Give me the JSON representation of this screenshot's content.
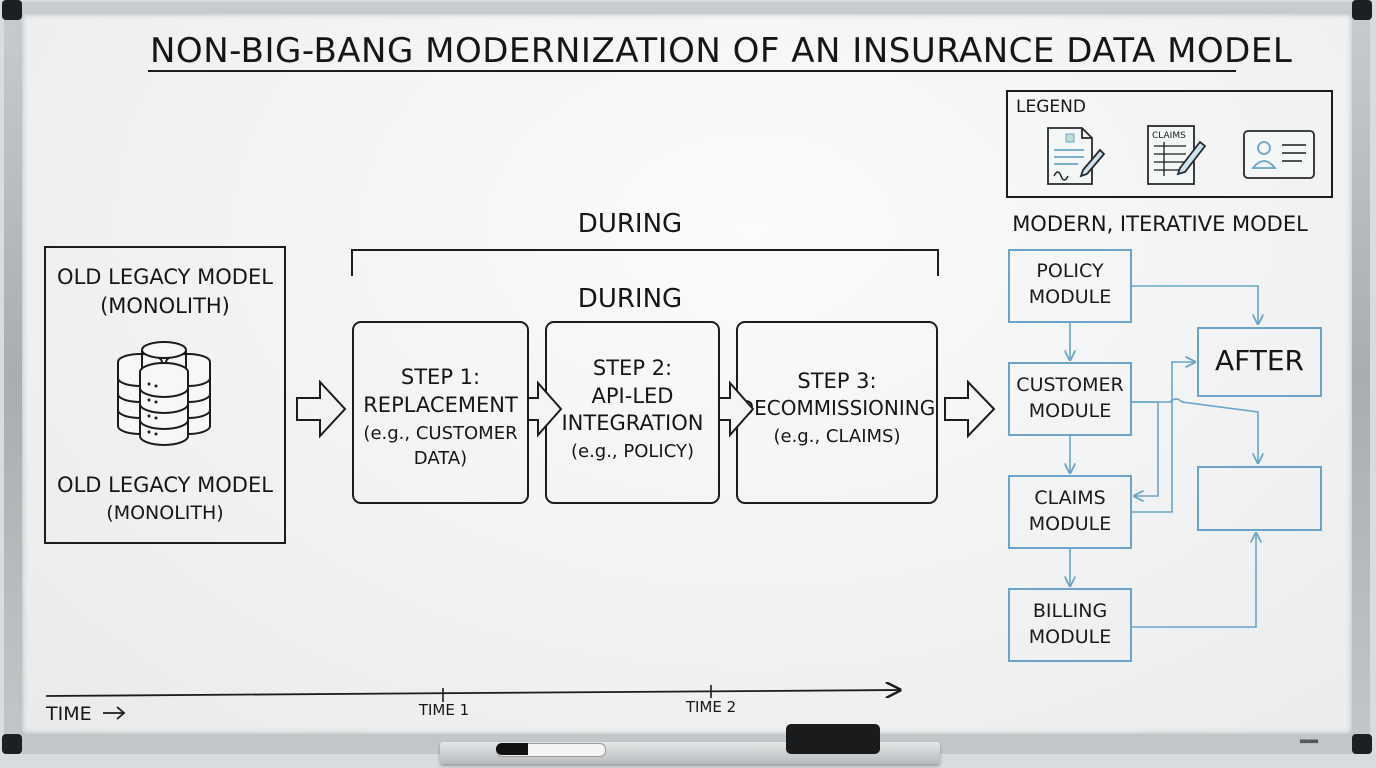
{
  "title": "NON-BIG-BANG MODERNIZATION OF AN INSURANCE DATA MODEL",
  "legend": {
    "label": "LEGEND",
    "icons": [
      "document-icon",
      "claims-form-icon",
      "id-card-icon"
    ],
    "claims_icon_text": "CLAIMS"
  },
  "legacy": {
    "label_top": "OLD LEGACY MODEL",
    "sub_top": "(MONOLITH)",
    "label_bottom": "OLD LEGACY MODEL",
    "sub_bottom": "(MONOLITH)"
  },
  "during": {
    "label_bracket": "DURING",
    "label_row": "DURING"
  },
  "steps": [
    {
      "title": "STEP 1:",
      "name": "REPLACEMENT",
      "example": "(e.g., CUSTOMER",
      "example2": "DATA)"
    },
    {
      "title": "STEP 2:",
      "name": "API-LED",
      "name2": "INTEGRATION",
      "example": "(e.g., POLICY)"
    },
    {
      "title": "STEP 3:",
      "name": "DECOMMISSIONING",
      "example": "(e.g., CLAIMS)"
    }
  ],
  "modern": {
    "heading": "MODERN, ITERATIVE MODEL",
    "modules": [
      {
        "line1": "POLICY",
        "line2": "MODULE"
      },
      {
        "line1": "CUSTOMER",
        "line2": "MODULE"
      },
      {
        "line1": "CLAIMS",
        "line2": "MODULE"
      },
      {
        "line1": "BILLING",
        "line2": "MODULE"
      }
    ],
    "after_label": "AFTER"
  },
  "timeline": {
    "start": "TIME",
    "marks": [
      "TIME 1",
      "TIME 2"
    ]
  },
  "colors": {
    "ink": "#1c1c1c",
    "blue_ink": "#6aa5c9"
  }
}
